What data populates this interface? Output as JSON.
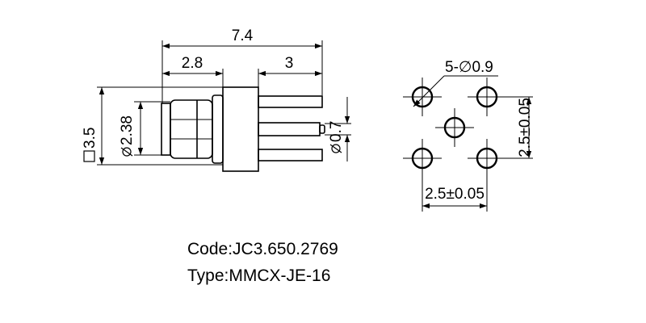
{
  "side_view": {
    "overall_length": "7.4",
    "front_length": "2.8",
    "pin_length": "3",
    "square_size": "3.5",
    "body_diameter": "2.38",
    "pin_diameter": "0.7"
  },
  "footprint": {
    "holes": "5-∅0.9",
    "vertical_pitch": "2.5±0.05",
    "horizontal_pitch": "2.5±0.05"
  },
  "labels": {
    "code": "Code:JC3.650.2769",
    "type": "Type:MMCX-JE-16"
  },
  "colors": {
    "line": "#000000",
    "background": "#ffffff"
  }
}
